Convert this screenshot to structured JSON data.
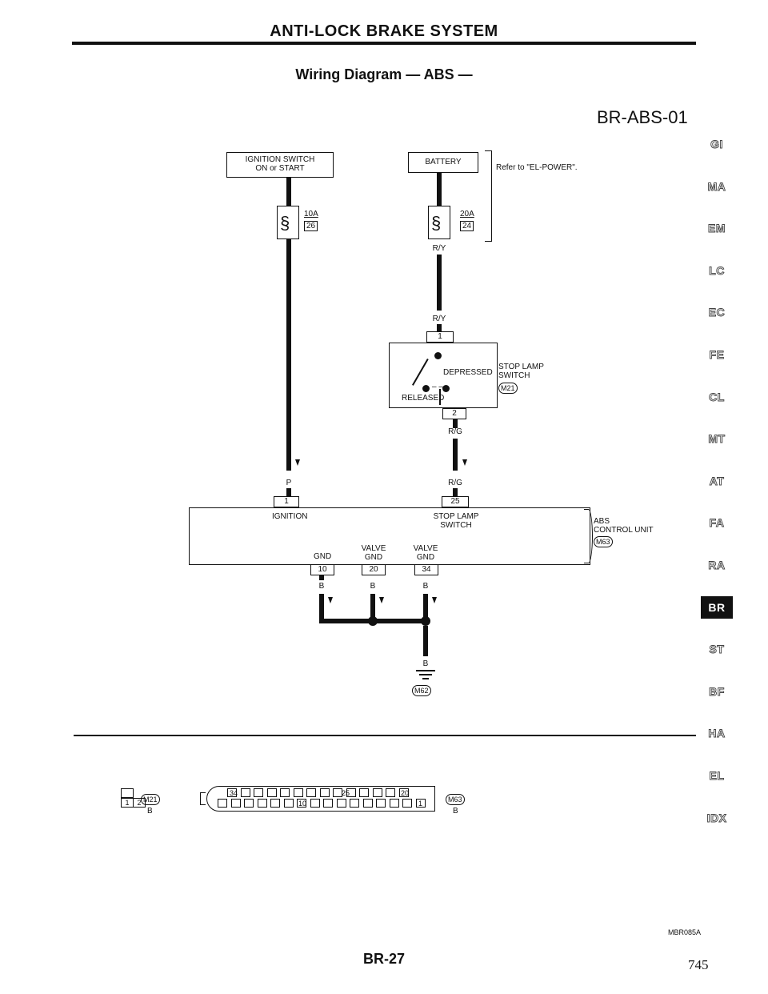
{
  "header": {
    "title": "ANTI-LOCK BRAKE SYSTEM",
    "subtitle": "Wiring Diagram — ABS —"
  },
  "diagram_id": "BR-ABS-01",
  "power": {
    "ignition_switch": "IGNITION SWITCH\nON or START",
    "battery": "BATTERY",
    "refer_note": "Refer to \"EL-POWER\".",
    "fuse_ign": {
      "amp": "10A",
      "num": "26"
    },
    "fuse_bat": {
      "amp": "20A",
      "num": "24"
    }
  },
  "wires": {
    "p": "P",
    "ry": "R/Y",
    "rg": "R/G",
    "b": "B"
  },
  "stop_lamp_switch": {
    "name": "STOP LAMP\nSWITCH",
    "connector": "M21",
    "depressed": "DEPRESSED",
    "released": "RELEASED",
    "pin1": "1",
    "pin2": "2"
  },
  "abs_unit": {
    "name": "ABS\nCONTROL UNIT",
    "connector": "M63",
    "ignition": "IGNITION",
    "stop_lamp_switch": "STOP LAMP\nSWITCH",
    "gnd": "GND",
    "valve_gnd": "VALVE\nGND",
    "pins": {
      "ignition": "1",
      "stop_lamp": "25",
      "gnd": "10",
      "valve1": "20",
      "valve2": "34"
    }
  },
  "ground": {
    "connector": "M62"
  },
  "connector_views": {
    "left": {
      "pins": [
        "1",
        "2"
      ],
      "code": "M21",
      "color": "B"
    },
    "right": {
      "top_labels": [
        "34",
        "25",
        "20"
      ],
      "bottom_labels": [
        "10",
        "1"
      ],
      "code": "M63",
      "color": "B"
    }
  },
  "side_tabs": [
    "GI",
    "MA",
    "EM",
    "LC",
    "EC",
    "FE",
    "CL",
    "MT",
    "AT",
    "FA",
    "RA",
    "BR",
    "ST",
    "BF",
    "HA",
    "EL",
    "IDX"
  ],
  "active_tab": "BR",
  "footer": {
    "code": "MBR085A",
    "page_label": "BR-27",
    "page_number": "745"
  }
}
